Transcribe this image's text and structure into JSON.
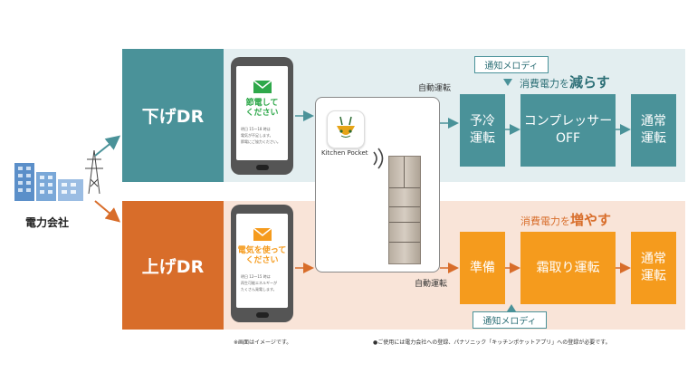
{
  "company_label": "電力会社",
  "rows": {
    "down": {
      "label": "下げDR",
      "phone_title": "節電して\nください",
      "phone_body": "明日 15～18 時は\n電気が不足します。\n節電にご協力ください。",
      "auto_label": "自動運転",
      "melody_label": "通知メロディ",
      "consumption_text": "消費電力を",
      "consumption_strong": "減らす",
      "steps": [
        "予冷\n運転",
        "コンプレッサー\nOFF",
        "通常\n運転"
      ]
    },
    "up": {
      "label": "上げDR",
      "phone_title": "電気を使って\nください",
      "phone_body": "明日 12～15 時は\n再生可能エネルギーが\nたくさん発電します。",
      "auto_label": "自動運転",
      "melody_label": "通知メロディ",
      "consumption_text": "消費電力を",
      "consumption_strong": "増やす",
      "steps": [
        "準備",
        "霜取り運転",
        "通常\n運転"
      ]
    }
  },
  "app_name": "Kitchen Pocket",
  "notes": {
    "left": "※画面はイメージです。",
    "right": "●ご使用には電力会社への登録、パナソニック「キッチンポケットアプリ」への登録が必要です。"
  },
  "colors": {
    "teal": "#4a9299",
    "orange_dark": "#d86d2a",
    "orange": "#f59b1d",
    "band_teal": "#e3eef0",
    "band_orange": "#f9e4d8"
  }
}
